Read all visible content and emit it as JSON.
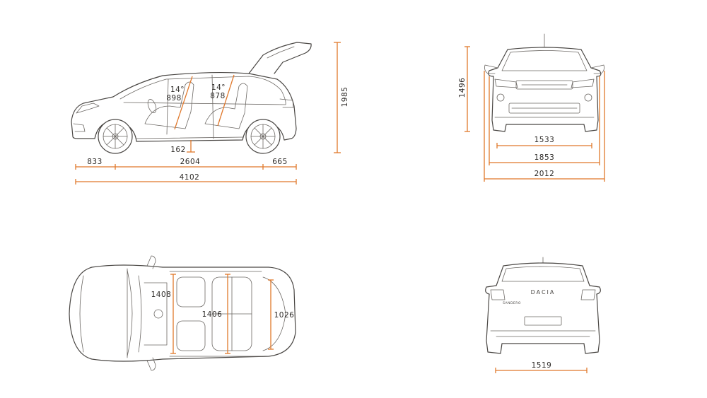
{
  "colors": {
    "dimension": "#e0782b",
    "outline": "#4a4744",
    "text": "#2d2a27",
    "background": "#ffffff"
  },
  "side_view": {
    "seat_angle_front": "14°",
    "seat_depth_front": "898",
    "seat_angle_rear": "14°",
    "seat_depth_rear": "878",
    "ground_clearance": "162",
    "front_overhang": "833",
    "wheelbase": "2604",
    "rear_overhang": "665",
    "overall_length": "4102",
    "height_tailgate_open": "1985"
  },
  "front_view": {
    "height": "1496",
    "front_track": "1533",
    "width_without_mirrors": "1853",
    "width_with_mirrors": "2012"
  },
  "top_view": {
    "front_elbow_width": "1408",
    "rear_elbow_width": "1406",
    "boot_width": "1026"
  },
  "rear_view": {
    "brand_logo": "DACIA",
    "model_badge": "SANDERO",
    "rear_track": "1519"
  }
}
